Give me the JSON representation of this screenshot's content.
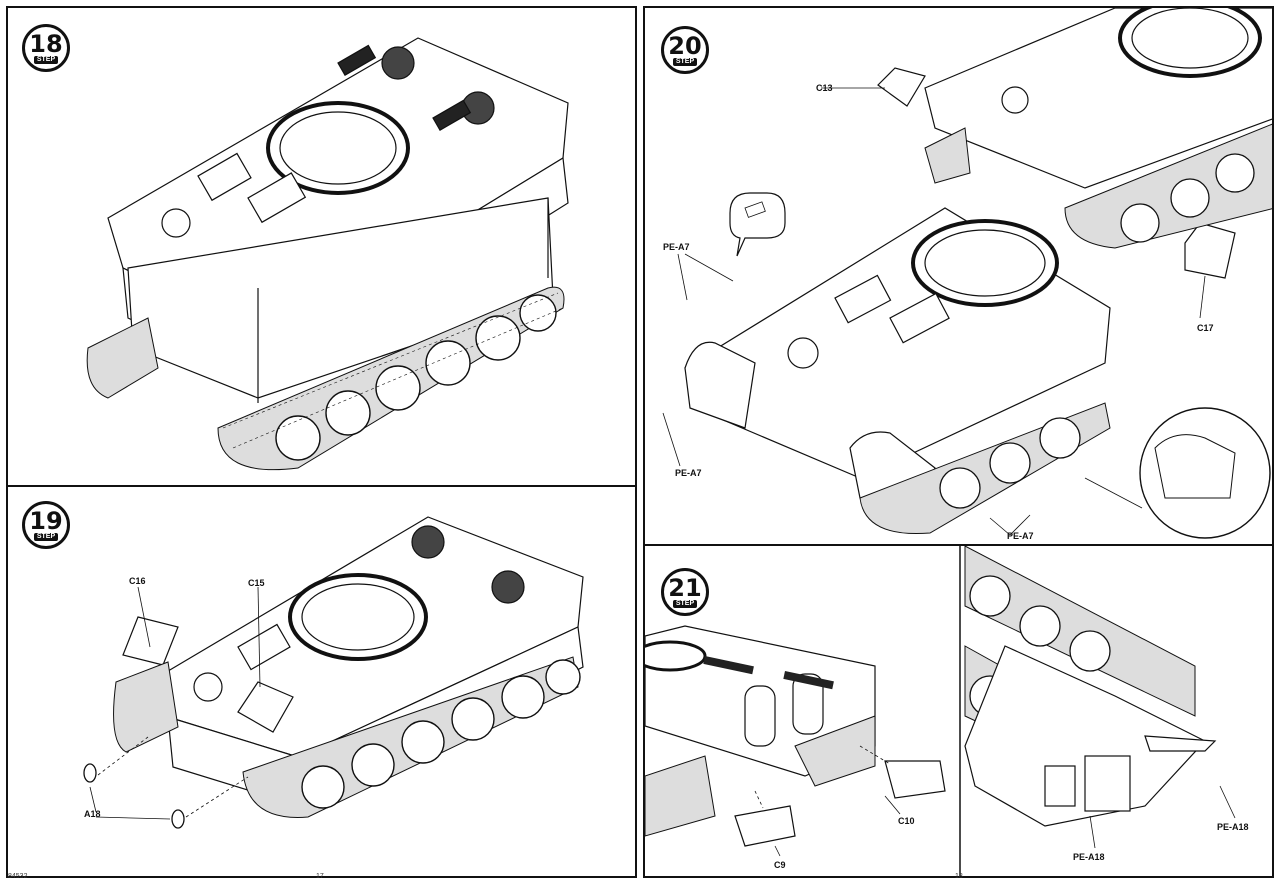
{
  "steps": {
    "s18": {
      "number": "18",
      "step_word": "STEP"
    },
    "s19": {
      "number": "19",
      "step_word": "STEP"
    },
    "s20": {
      "number": "20",
      "step_word": "STEP"
    },
    "s21": {
      "number": "21",
      "step_word": "STEP"
    }
  },
  "labels": {
    "c16": "C16",
    "c15": "C15",
    "a18": "A18",
    "c13": "C13",
    "c17": "C17",
    "pea7_top": "PE-A7",
    "pea7_left": "PE-A7",
    "pea7_bottom": "PE-A7",
    "c9": "C9",
    "c10": "C10",
    "pea18_right": "PE-A18",
    "pea18_bottom": "PE-A18"
  },
  "footer": {
    "left_code": "84532",
    "page_left": "17",
    "page_right": "18"
  }
}
